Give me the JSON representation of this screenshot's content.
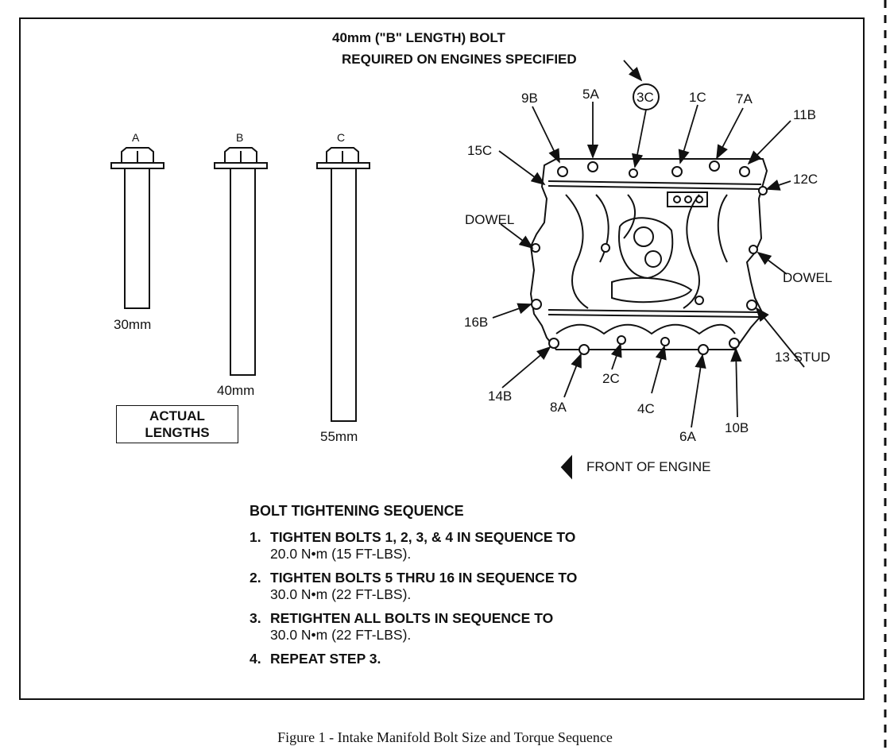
{
  "callout": {
    "line1": "40mm (\"B\" LENGTH) BOLT",
    "line2": "REQUIRED ON ENGINES SPECIFIED"
  },
  "bolts": [
    {
      "letter": "A",
      "length": "30mm"
    },
    {
      "letter": "B",
      "length": "40mm"
    },
    {
      "letter": "C",
      "length": "55mm"
    }
  ],
  "actual_lengths": {
    "line1": "ACTUAL",
    "line2": "LENGTHS"
  },
  "manifold_labels": {
    "b9": "9B",
    "a5": "5A",
    "c3": "3C",
    "c1": "1C",
    "a7": "7A",
    "b11": "11B",
    "c15": "15C",
    "c12": "12C",
    "dowel_left": "DOWEL",
    "dowel_right": "DOWEL",
    "b16": "16B",
    "stud13": "13 STUD",
    "b14": "14B",
    "a8": "8A",
    "c2": "2C",
    "c4": "4C",
    "a6": "6A",
    "b10": "10B"
  },
  "front_of_engine": "FRONT OF ENGINE",
  "sequence": {
    "title": "BOLT TIGHTENING SEQUENCE",
    "steps": [
      {
        "num": "1.",
        "line1": "TIGHTEN BOLTS 1, 2, 3, & 4 IN SEQUENCE TO",
        "line2": "20.0 N•m (15 FT-LBS)."
      },
      {
        "num": "2.",
        "line1": "TIGHTEN BOLTS 5 THRU 16 IN SEQUENCE TO",
        "line2": "30.0 N•m (22 FT-LBS)."
      },
      {
        "num": "3.",
        "line1": "RETIGHTEN ALL BOLTS IN SEQUENCE TO",
        "line2": "30.0 N•m (22 FT-LBS)."
      },
      {
        "num": "4.",
        "line1": "REPEAT STEP 3.",
        "line2": ""
      }
    ]
  },
  "caption": "Figure 1 - Intake Manifold Bolt Size and Torque Sequence"
}
